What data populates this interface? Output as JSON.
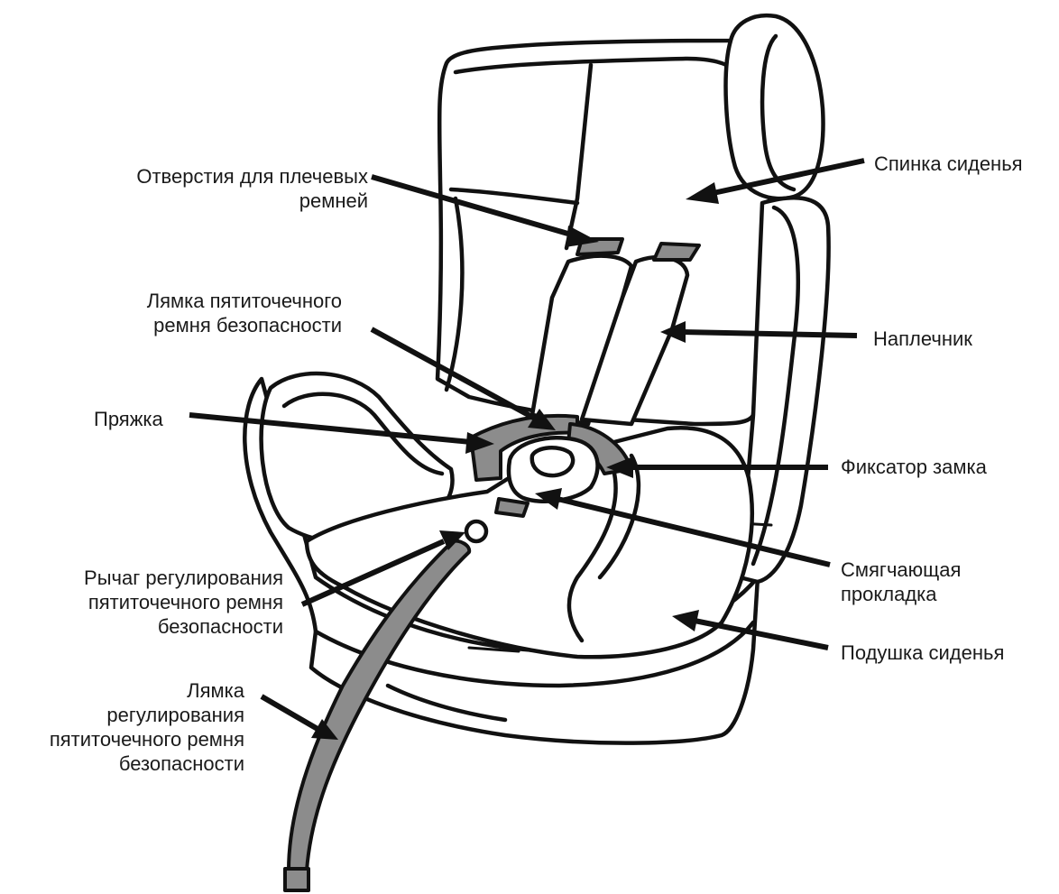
{
  "labels": {
    "shoulder_strap_slots": "Отверстия для плечевых\nремней",
    "seat_back": "Спинка сиденья",
    "harness_strap": "Лямка пятиточечного\nремня безопасности",
    "shoulder_pad": "Наплечник",
    "buckle": "Пряжка",
    "buckle_lock": "Фиксатор замка",
    "adjuster_lever": "Рычаг регулирования\nпятиточечного ремня\nбезопасности",
    "crotch_pad": "Смягчающая\nпрокладка",
    "seat_cushion": "Подушка сиденья",
    "adjuster_strap": "Лямка\nрегулирования\nпятиточечного ремня\nбезопасности"
  },
  "colors": {
    "line": "#111111",
    "strap_fill": "#8c8c8c",
    "background": "#ffffff"
  }
}
